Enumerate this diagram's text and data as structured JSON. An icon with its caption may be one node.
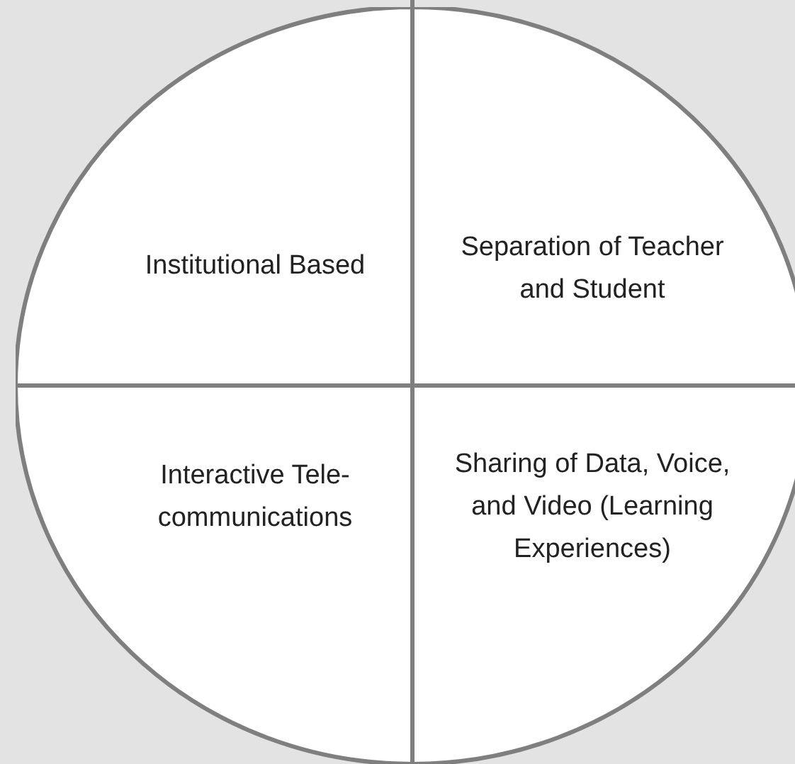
{
  "diagram": {
    "nodes": [
      {
        "text": [
          "Institutional Based"
        ]
      },
      {
        "text": [
          "Separation of Teacher and Student"
        ]
      },
      {
        "text": [
          "Interactive Tele-communications"
        ]
      },
      {
        "text": [
          "Sharing of Data, Voice, and Video (Learning Experiences)"
        ]
      }
    ]
  }
}
